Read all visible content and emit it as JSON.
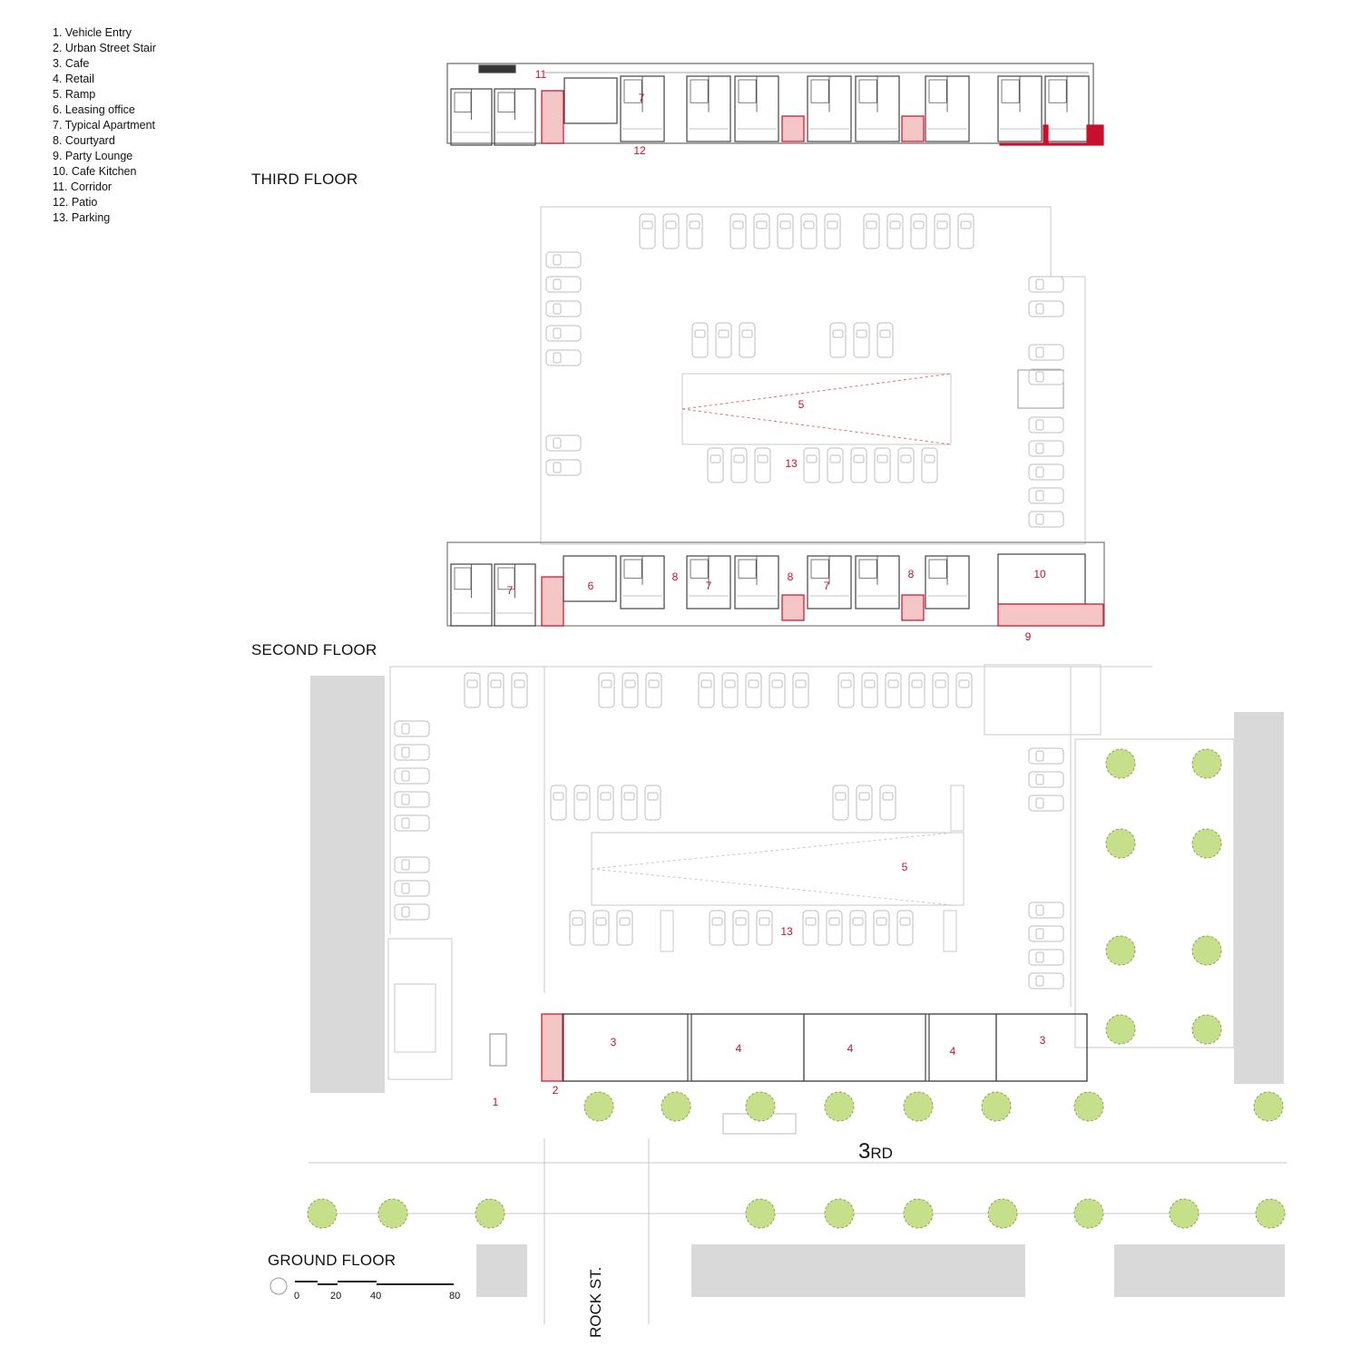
{
  "legend": [
    "1.  Vehicle Entry",
    "2.  Urban Street Stair",
    "3. Cafe",
    "4. Retail",
    "5.  Ramp",
    "6. Leasing office",
    "7. Typical Apartment",
    "8. Courtyard",
    "9. Party Lounge",
    "10. Cafe Kitchen",
    "11. Corridor",
    "12. Patio",
    "13. Parking"
  ],
  "floors": {
    "third": "THIRD FLOOR",
    "second": "SECOND FLOOR",
    "ground": "GROUND FLOOR"
  },
  "streets": {
    "third": "3",
    "third_suffix": "RD",
    "rock": "ROCK ST."
  },
  "scale": [
    "0",
    "20",
    "40",
    "80"
  ],
  "tags": {
    "third": [
      "11",
      "7",
      "12"
    ],
    "second": [
      "5",
      "13",
      "6",
      "7",
      "8",
      "7",
      "8",
      "7",
      "8",
      "10",
      "9"
    ],
    "ground": [
      "5",
      "13",
      "3",
      "4",
      "4",
      "4",
      "3",
      "1",
      "2"
    ]
  },
  "colors": {
    "accent": "#c8102e",
    "highlight": "#f4c6c6",
    "tree": "#c5df8a",
    "building": "#d9d9d9",
    "line": "#c8c8c8"
  }
}
